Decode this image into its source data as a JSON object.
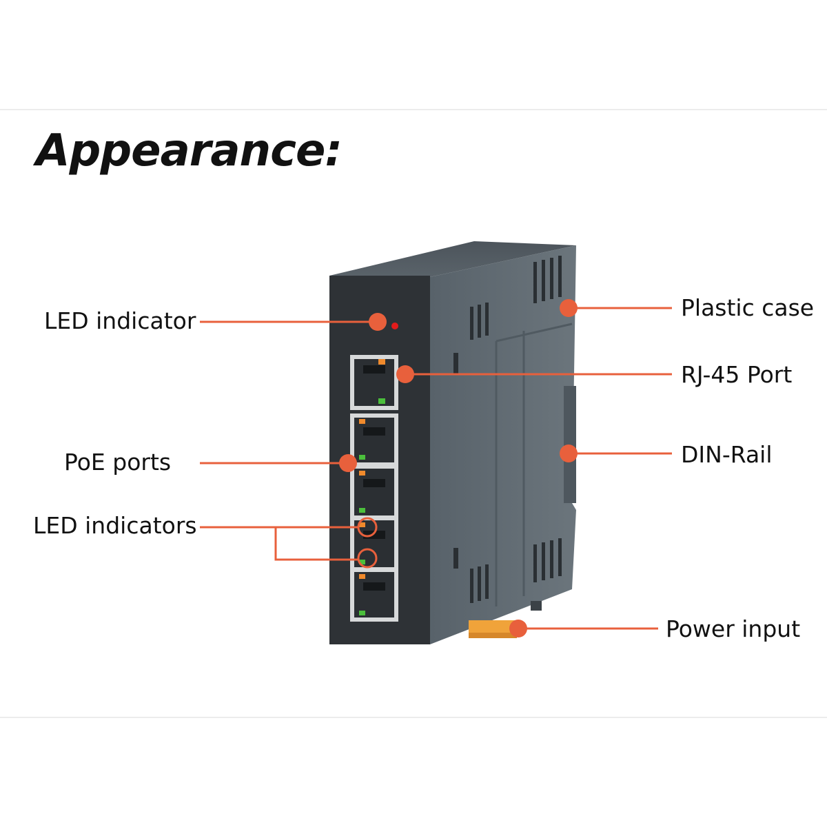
{
  "title": "Appearance:",
  "accent_color": "#e8603c",
  "device": {
    "front_color": "#2e3236",
    "side_color": "#5d676e",
    "port_count": 5
  },
  "labels_left": {
    "led_indicator": "LED indicator",
    "poe_ports": "PoE ports",
    "led_indicators": "LED indicators"
  },
  "labels_right": {
    "plastic_case": "Plastic case",
    "rj45_port": "RJ-45 Port",
    "din_rail": "DIN-Rail",
    "power_input": "Power input"
  }
}
